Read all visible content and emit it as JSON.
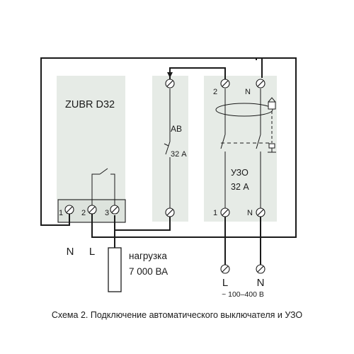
{
  "device": {
    "name": "ZUBR D32",
    "terminals": [
      "1",
      "2",
      "3"
    ]
  },
  "breaker": {
    "label": "АВ",
    "rating": "32 А"
  },
  "rcd": {
    "label": "УЗО",
    "rating": "32 А",
    "top_terminals": [
      "2",
      "N"
    ],
    "bottom_terminals": [
      "1",
      "N"
    ]
  },
  "device_side_labels": {
    "n": "N",
    "l": "L"
  },
  "load": {
    "label": "нагрузка",
    "power": "7 000 ВА"
  },
  "supply": {
    "l": "L",
    "n": "N",
    "voltage": "~ 100–400 В"
  },
  "caption": "Схема 2. Подключение автоматического выключателя и УЗО",
  "colors": {
    "housing": "#e6ebe6",
    "line": "#1a1a1a"
  }
}
